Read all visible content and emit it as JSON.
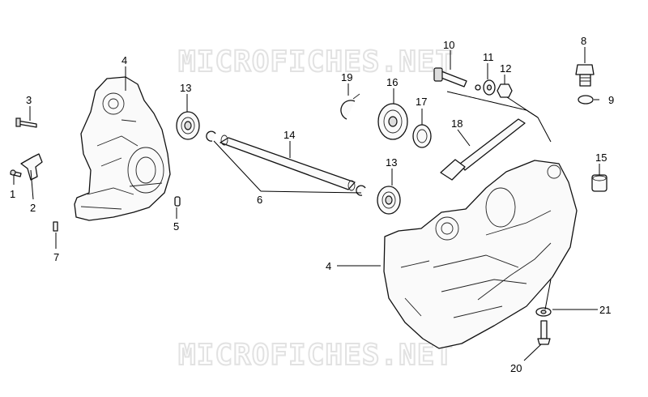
{
  "watermark": "MICROFICHES.NET",
  "callouts": {
    "c1": "1",
    "c2": "2",
    "c3": "3",
    "c4a": "4",
    "c4b": "4",
    "c5": "5",
    "c6": "6",
    "c7": "7",
    "c8": "8",
    "c9": "9",
    "c10": "10",
    "c11": "11",
    "c12": "12",
    "c13a": "13",
    "c13b": "13",
    "c14": "14",
    "c15": "15",
    "c16": "16",
    "c17": "17",
    "c18": "18",
    "c19": "19",
    "c20": "20",
    "c21": "21"
  }
}
